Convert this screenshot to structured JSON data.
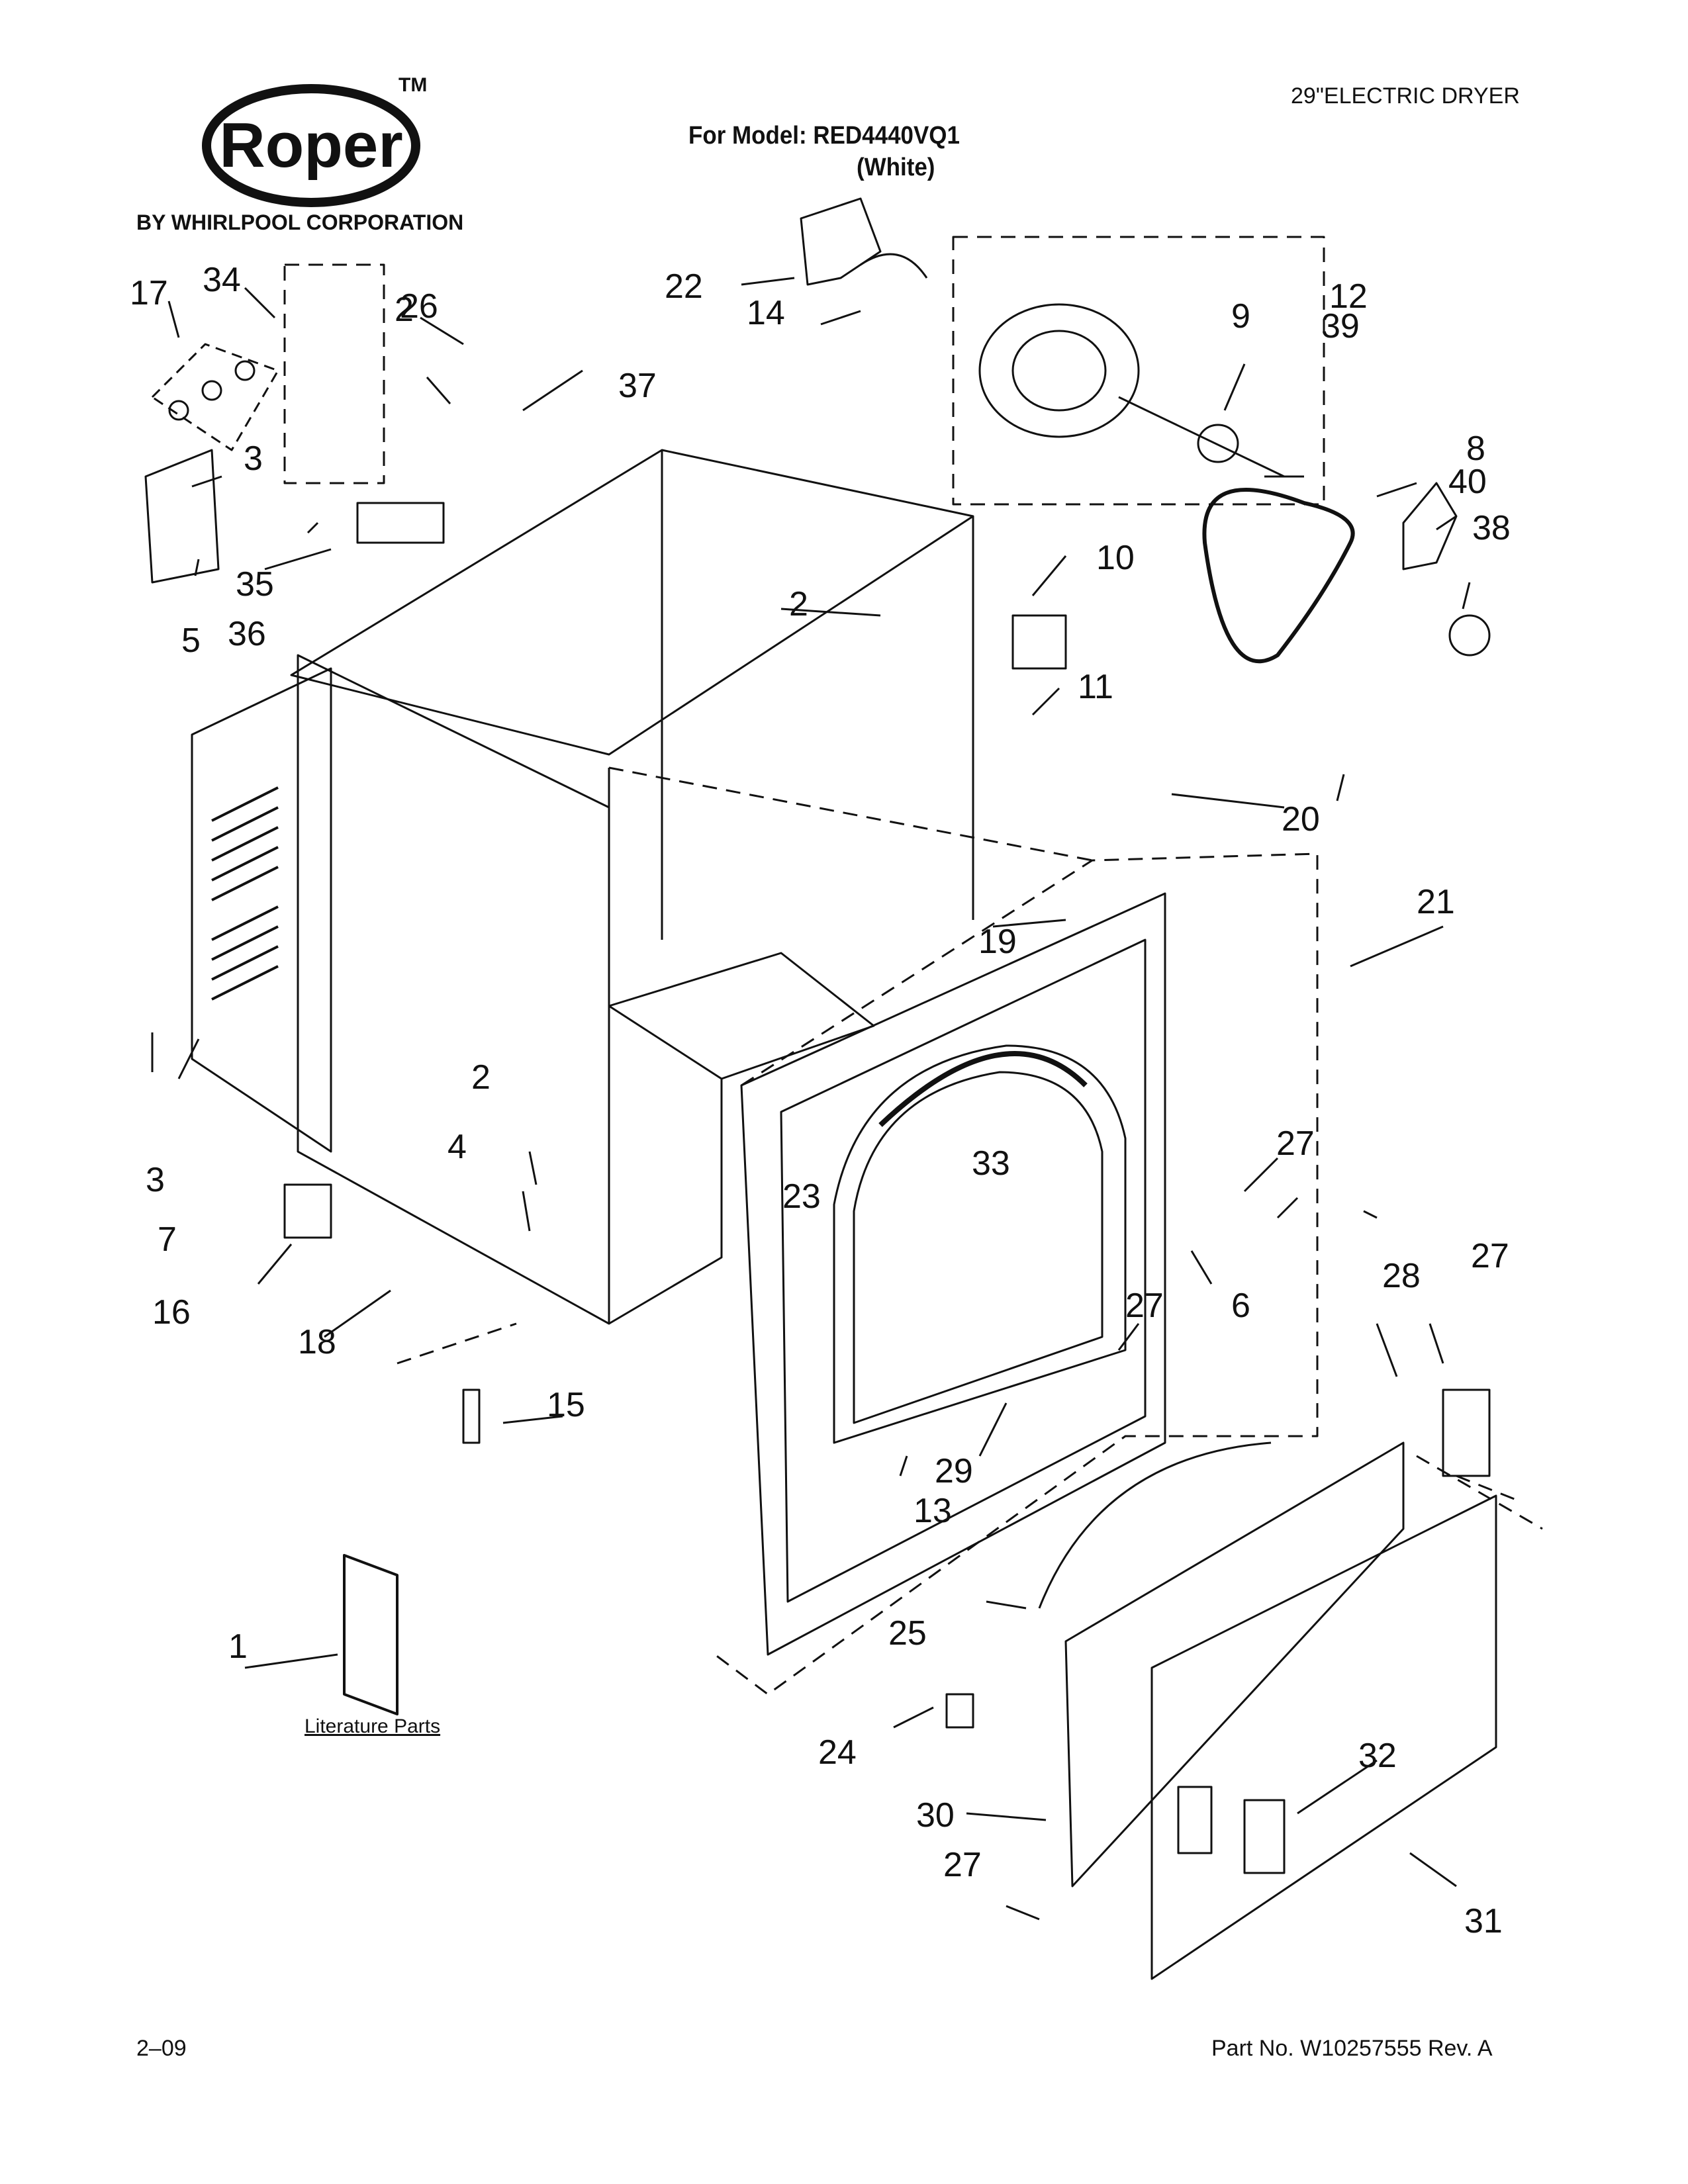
{
  "header": {
    "brand": "Roper",
    "trademark": "TM",
    "byline": "BY WHIRLPOOL CORPORATION",
    "model_title": "For Model: RED4440VQ1",
    "color": "(White)",
    "product": "29\"ELECTRIC DRYER"
  },
  "literature_label": "Literature Parts",
  "footer": {
    "date": "2–09",
    "part_number": "Part No. W10257555 Rev. A"
  },
  "callouts": [
    "1",
    "2",
    "2",
    "2",
    "3",
    "3",
    "4",
    "5",
    "6",
    "7",
    "8",
    "9",
    "10",
    "11",
    "12",
    "13",
    "14",
    "15",
    "16",
    "17",
    "18",
    "19",
    "20",
    "21",
    "22",
    "23",
    "24",
    "25",
    "26",
    "27",
    "27",
    "27",
    "27",
    "28",
    "29",
    "30",
    "31",
    "32",
    "33",
    "34",
    "35",
    "36",
    "37",
    "38",
    "39",
    "40"
  ]
}
